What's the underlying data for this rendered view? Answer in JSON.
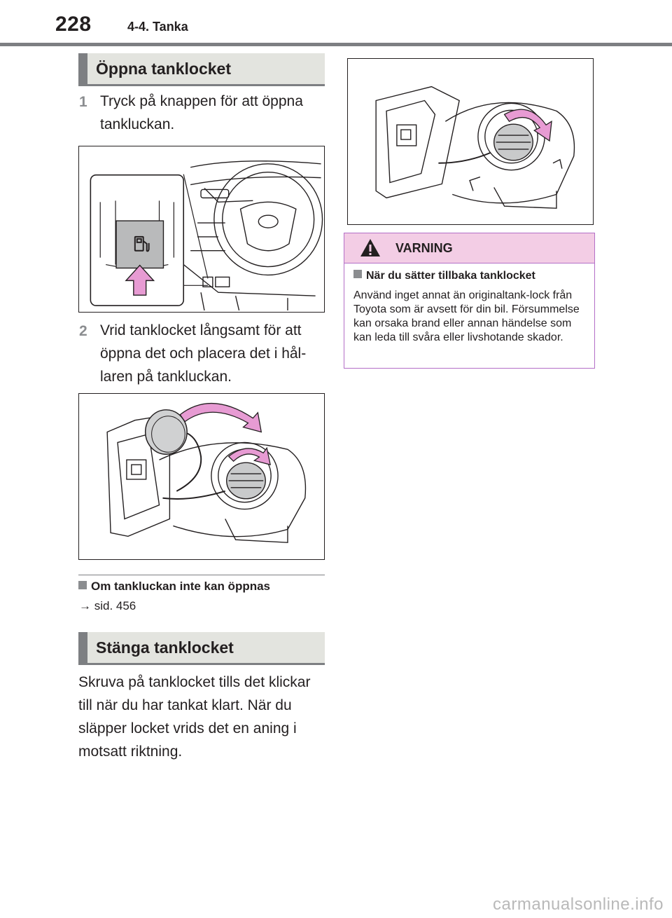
{
  "header": {
    "page_number": "228",
    "chapter": "4-4. Tanka"
  },
  "open_section": {
    "title": "Öppna tanklocket",
    "steps": [
      {
        "num": "1",
        "text": "Tryck på knappen för att öppna tankluckan."
      },
      {
        "num": "2",
        "text": "Vrid tanklocket långsamt för att öppna det och placera det i hål-laren på tankluckan."
      }
    ],
    "note": {
      "title": "Om tankluckan inte kan öppnas",
      "ref": "→ sid. 456"
    }
  },
  "close_section": {
    "title": "Stänga tanklocket",
    "body": "Skruva på tanklocket tills det klickar till när du har tankat klart. När du släpper locket vrids det en aning i motsatt riktning."
  },
  "warning": {
    "title": "VARNING",
    "subtitle": "När du sätter tillbaka tanklocket",
    "body": "Använd inget annat än originaltank-lock från Toyota som är avsett för din bil. Försummelse kan orsaka brand eller annan händelse som kan leda till svåra eller livshotande skador."
  },
  "colors": {
    "accent_gray": "#7d7f82",
    "section_bg": "#e3e4df",
    "warning_border": "#b46fc7",
    "warning_bg": "#f3cde5",
    "arrow_pink": "#e79bd3"
  },
  "icons": [
    "fuel-pump-icon",
    "warning-triangle-icon",
    "square-bullet-icon"
  ],
  "watermark": "carmanualsonline.info"
}
